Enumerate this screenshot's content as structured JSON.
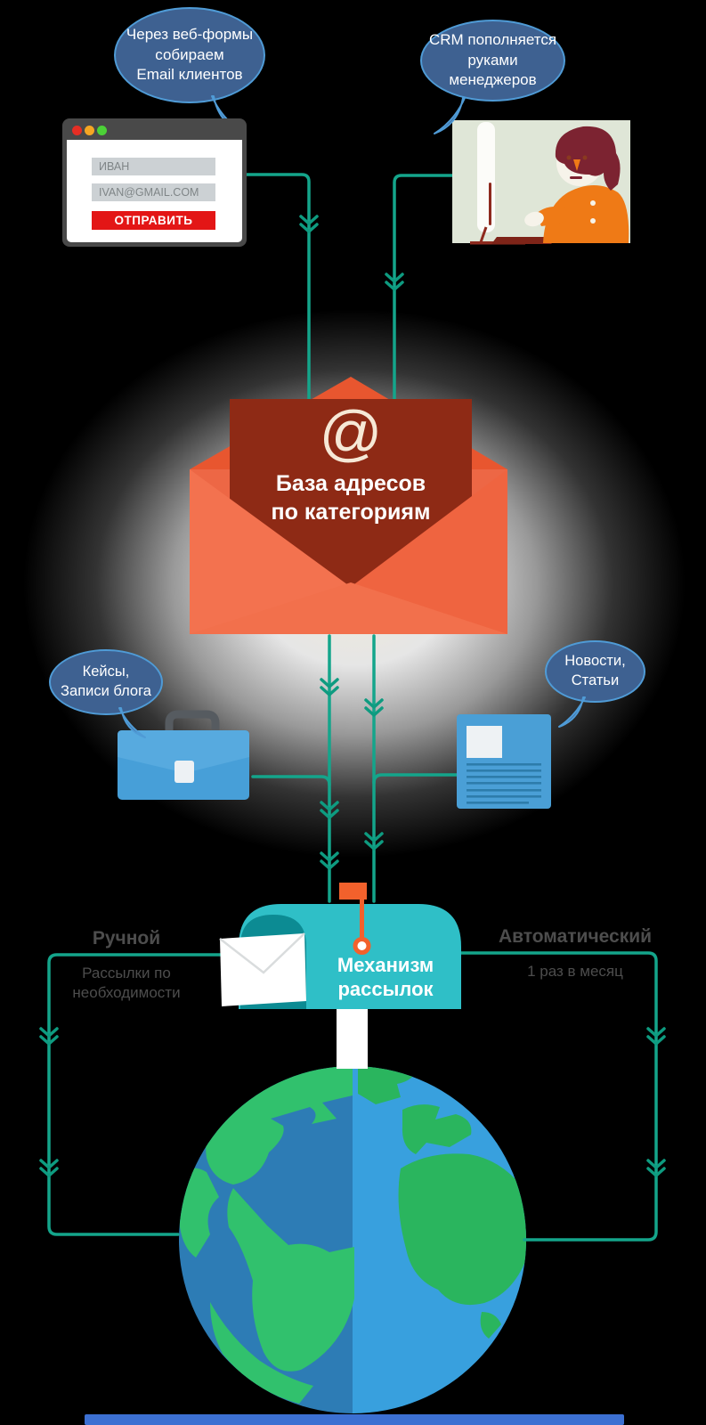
{
  "bubbles": {
    "web_form": {
      "lines": [
        "Через веб-формы",
        "собираем",
        "Email клиентов"
      ]
    },
    "crm": {
      "lines": [
        "CRM пополняется",
        "руками менеджеров"
      ]
    },
    "cases": {
      "lines": [
        "Кейсы,",
        "Записи блога"
      ]
    },
    "news": {
      "lines": [
        "Новости,",
        "Статьи"
      ]
    }
  },
  "web_form_window": {
    "name_value": "ИВАН",
    "email_value": "IVAN@GMAIL.COM",
    "submit_label": "ОТПРАВИТЬ"
  },
  "address_base": {
    "at_symbol": "@",
    "title_lines": [
      "База адресов",
      "по категориям"
    ]
  },
  "mailbox": {
    "title_lines": [
      "Механизм",
      "рассылок"
    ]
  },
  "sending_modes": {
    "manual": {
      "title": "Ручной",
      "subtitle_lines": [
        "Рассылки по",
        "необходимости"
      ]
    },
    "automatic": {
      "title": "Автоматический",
      "subtitle_lines": [
        "1 раз в месяц"
      ]
    }
  },
  "colors": {
    "connector_teal": "#14a58b",
    "bubble_fill": "#3e6191",
    "bubble_border": "#4f9bd6",
    "envelope_orange": "#f2704c",
    "envelope_flap": "#e8562f",
    "envelope_card_red": "#8e2a15",
    "submit_button_red": "#e31616",
    "mailbox_teal": "#2fbfc7",
    "mailbox_opening_teal": "#0c8b93",
    "flag_orange": "#f2612c",
    "globe_ocean_left": "#2d7cb5",
    "globe_ocean_right": "#38a0de",
    "globe_land_green": "#2ebc66",
    "briefcase_blue": "#479fd8",
    "document_blue": "#4a9fd6",
    "person_shirt_orange": "#ef7a16"
  }
}
